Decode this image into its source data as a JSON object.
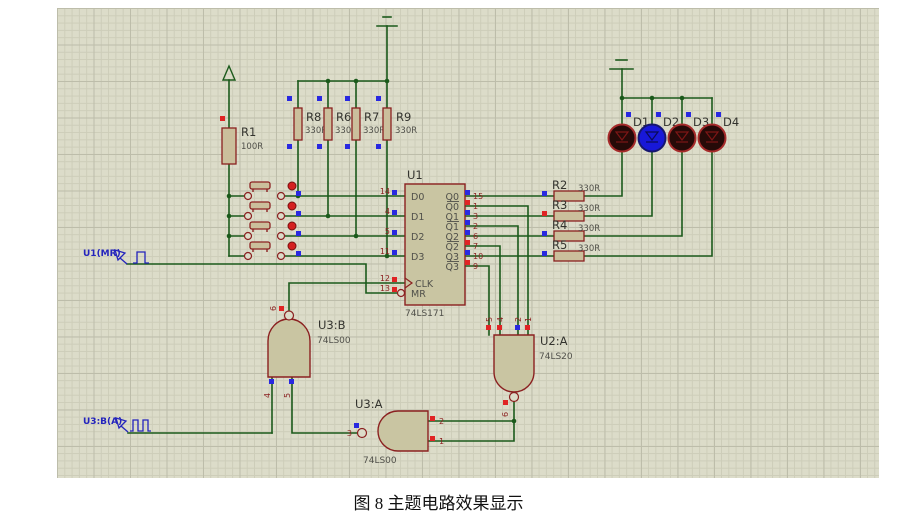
{
  "figure_caption": "图 8  主题电路效果显示",
  "colors": {
    "canvas": "#dcdcc9",
    "wire": "#1B5A1B",
    "component_outline": "#8B2020",
    "component_fill": "#C9C5A2",
    "marker_blue": "#2929E0",
    "marker_red": "#E02424",
    "probe_blue": "#2424BD",
    "led_lit": "#1818D8",
    "led_off": "#260A08"
  },
  "resistors": {
    "r1": {
      "name": "R1",
      "value": "100R"
    },
    "r8": {
      "name": "R8",
      "value": "330R"
    },
    "r6": {
      "name": "R6",
      "value": "330R"
    },
    "r7": {
      "name": "R7",
      "value": "330R"
    },
    "r9": {
      "name": "R9",
      "value": "330R"
    },
    "r2": {
      "name": "R2",
      "value": "330R"
    },
    "r3": {
      "name": "R3",
      "value": "330R"
    },
    "r4": {
      "name": "R4",
      "value": "330R"
    },
    "r5": {
      "name": "R5",
      "value": "330R"
    }
  },
  "u1": {
    "name": "U1",
    "part": "74LS171",
    "inputs": [
      {
        "pin": "14",
        "label": "D0"
      },
      {
        "pin": "4",
        "label": "D1"
      },
      {
        "pin": "5",
        "label": "D2"
      },
      {
        "pin": "11",
        "label": "D3"
      }
    ],
    "outputs": [
      {
        "pin": "15",
        "label": "Q0",
        "complement": false
      },
      {
        "pin": "1",
        "label": "Q0",
        "complement": true
      },
      {
        "pin": "3",
        "label": "Q1",
        "complement": false
      },
      {
        "pin": "2",
        "label": "Q1",
        "complement": true
      },
      {
        "pin": "6",
        "label": "Q2",
        "complement": false
      },
      {
        "pin": "7",
        "label": "Q2",
        "complement": true
      },
      {
        "pin": "10",
        "label": "Q3",
        "complement": false
      },
      {
        "pin": "9",
        "label": "Q3",
        "complement": true
      }
    ],
    "clk": {
      "pin": "12",
      "label": "CLK"
    },
    "mr": {
      "pin": "13",
      "label": "MR"
    }
  },
  "u2a": {
    "name": "U2:A",
    "part": "74LS20",
    "inputs": [
      "5",
      "4",
      "2",
      "1"
    ],
    "output": "6"
  },
  "u3b": {
    "name": "U3:B",
    "part": "74LS00",
    "inputs": [
      "4",
      "5"
    ],
    "output": "6"
  },
  "u3a": {
    "name": "U3:A",
    "part": "74LS00",
    "inputs": [
      "2",
      "1"
    ],
    "output": "3"
  },
  "leds": [
    {
      "name": "D1",
      "state": "off"
    },
    {
      "name": "D2",
      "state": "on"
    },
    {
      "name": "D3",
      "state": "off"
    },
    {
      "name": "D4",
      "state": "off"
    }
  ],
  "probes": {
    "mr_label": "U1(MR)",
    "clk_label": "U3:B(A)"
  }
}
